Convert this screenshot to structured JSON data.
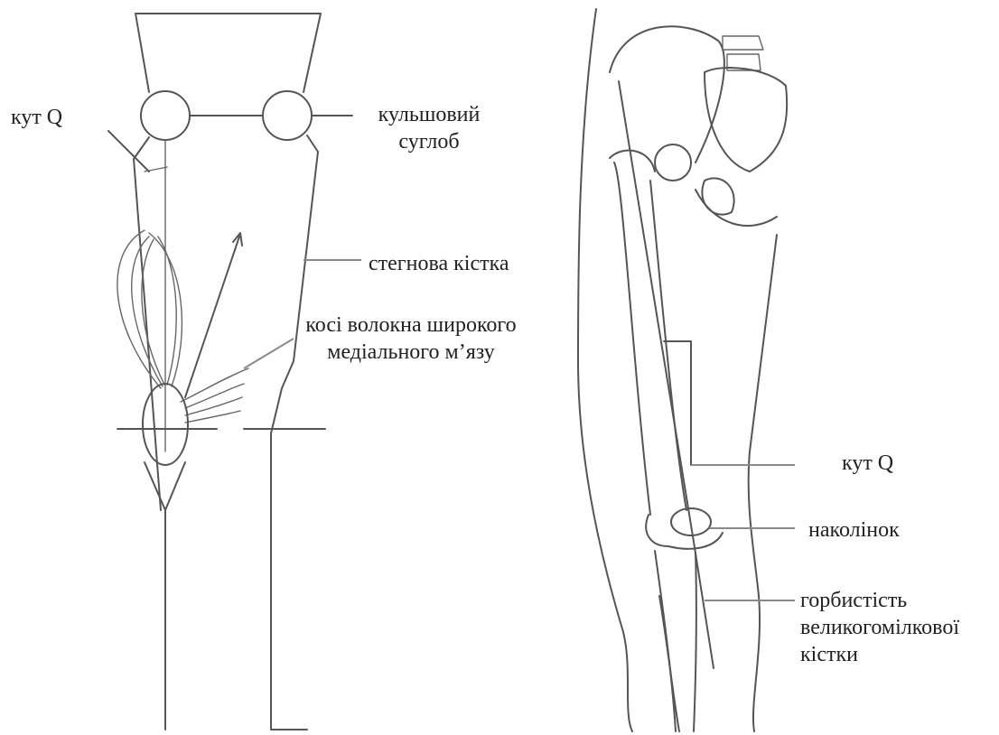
{
  "left_figure": {
    "labels": {
      "q_angle": "кут Q",
      "hip_joint_line1": "кульшовий",
      "hip_joint_line2": "суглоб",
      "femur": "стегнова кістка",
      "vmo_line1": "косі волокна широкого",
      "vmo_line2": "медіального м’язу"
    }
  },
  "right_figure": {
    "labels": {
      "q_angle": "кут Q",
      "patella": "наколінок",
      "tuberosity_line1": "горбистість",
      "tuberosity_line2": "великогомілкової",
      "tuberosity_line3": "кістки"
    }
  },
  "colors": {
    "line": "#555555",
    "pointer": "#8a8a8a",
    "text": "#222222"
  }
}
